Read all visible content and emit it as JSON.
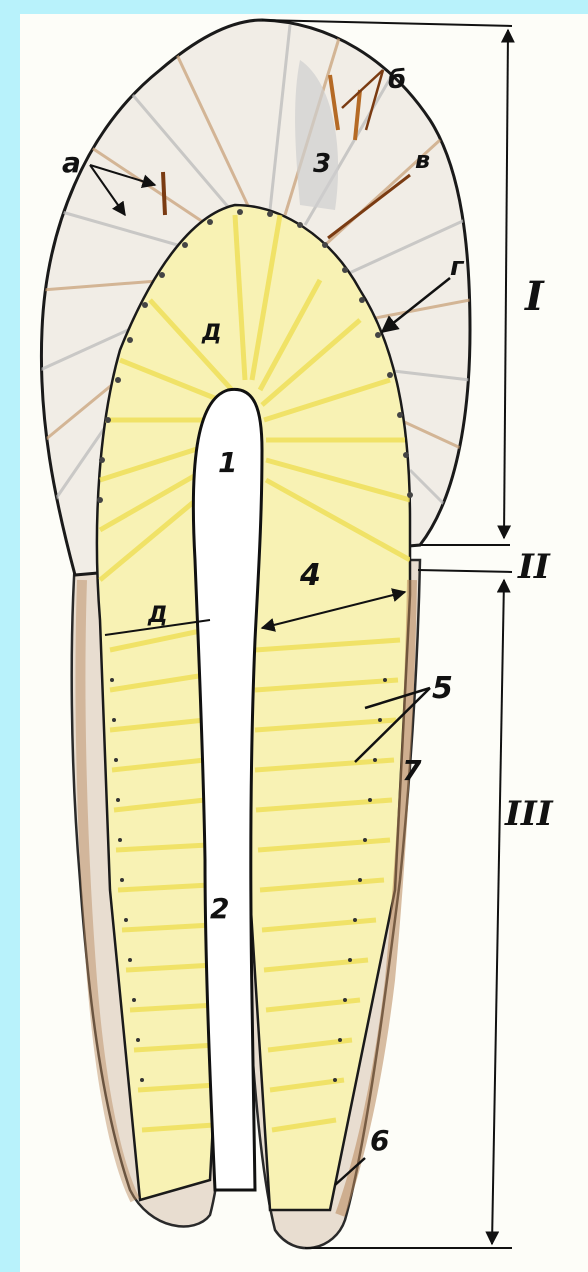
{
  "labels": {
    "a": "а",
    "b": "б",
    "v": "в",
    "g": "г",
    "d_upper": "Д",
    "d_lower": "Д",
    "n1": "1",
    "n2": "2",
    "n3": "3",
    "n4": "4",
    "n5": "5",
    "n6": "6",
    "n7": "7",
    "roman1": "I",
    "roman2": "II",
    "roman3": "III"
  },
  "colors": {
    "background": "#b8f2fb",
    "paper": "#fdfdf8",
    "enamel_stripes": "#c9a27a",
    "enamel_gray": "#9a9a9a",
    "dentin": "#f6ec7a",
    "cementum": "#b8875a",
    "pulp": "#ffffff",
    "pointer_brown": "#7a3b12",
    "ink": "#111111"
  }
}
